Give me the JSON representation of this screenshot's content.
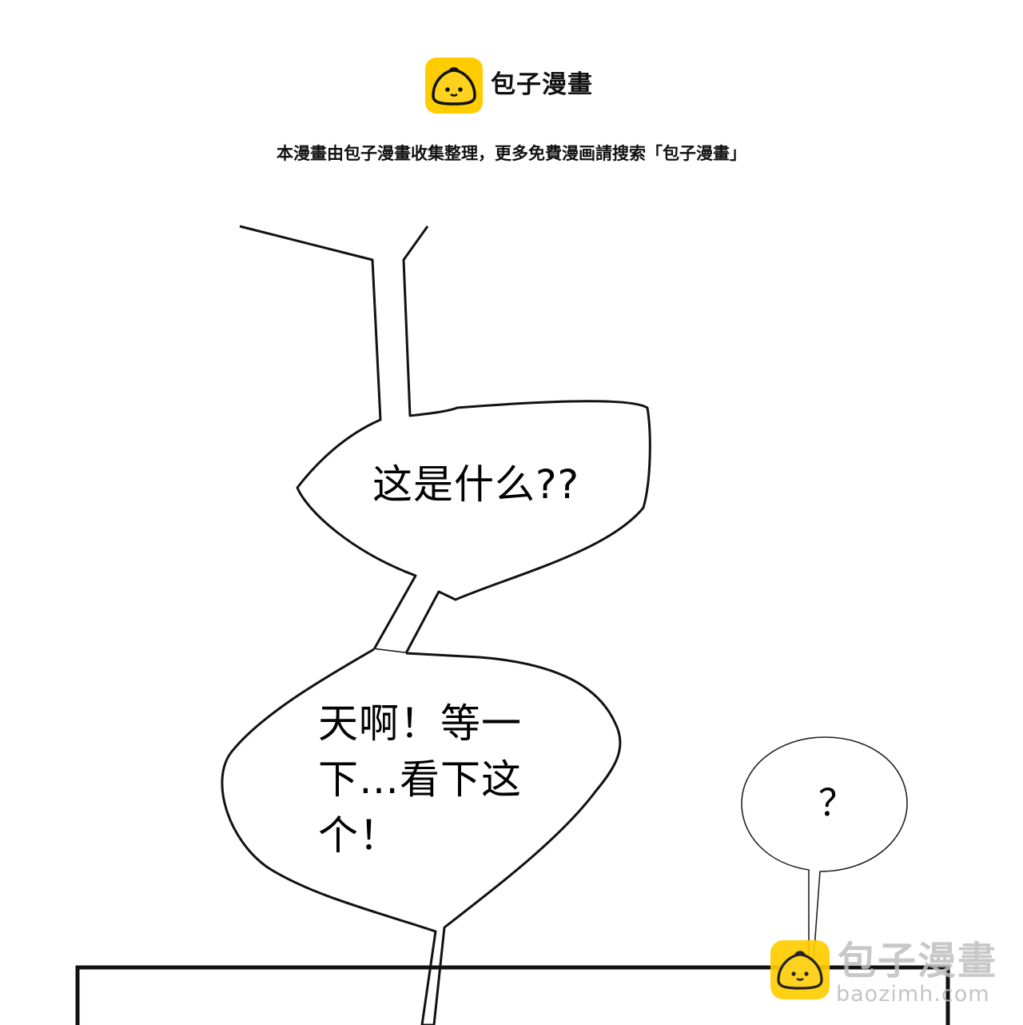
{
  "header": {
    "brand_name": "包子漫畫",
    "notice": "本漫畫由包子漫畫收集整理，更多免費漫画請搜索「包子漫畫」",
    "logo_icon": "bun-mascot-icon",
    "logo_color": "#FFCC00"
  },
  "panel": {
    "bubbles": [
      {
        "id": "bubble-1",
        "text": "这是什么??"
      },
      {
        "id": "bubble-2",
        "lines": [
          "天啊！等一",
          "下…看下这",
          "个！"
        ]
      },
      {
        "id": "bubble-3",
        "text": "？"
      }
    ]
  },
  "watermark": {
    "name": "包子漫畫",
    "url": "baozimh.com",
    "icon": "bun-mascot-icon"
  }
}
